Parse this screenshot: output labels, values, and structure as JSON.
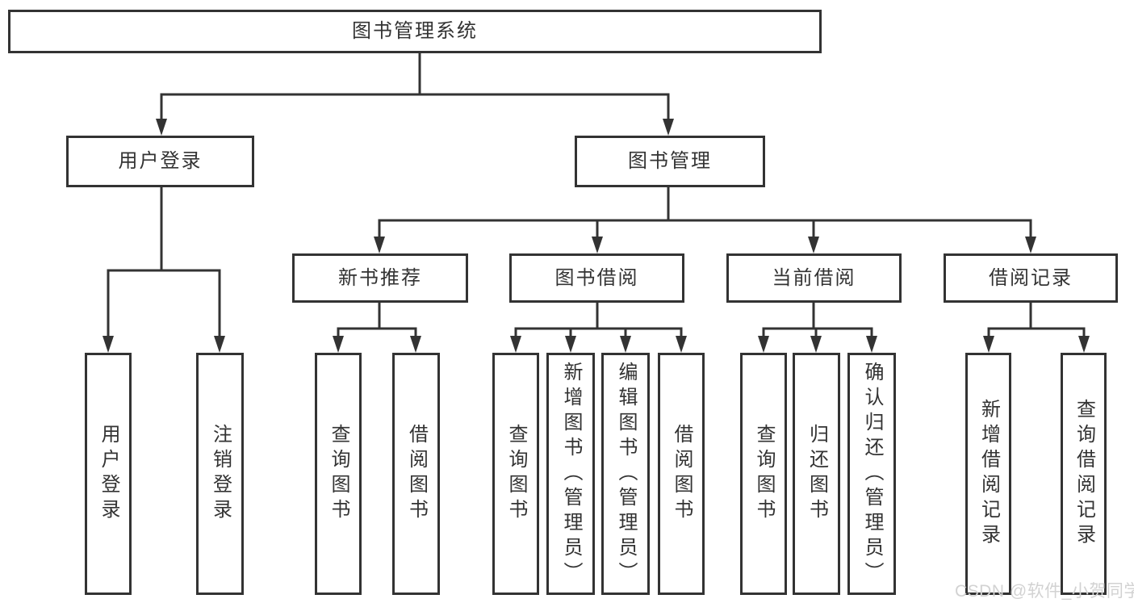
{
  "diagram": {
    "kind": "hierarchy-tree",
    "title": "图书管理系统"
  },
  "tree": {
    "label": "图书管理系统",
    "children": [
      {
        "label": "用户登录",
        "children": [
          {
            "label": "用户登录"
          },
          {
            "label": "注销登录"
          }
        ]
      },
      {
        "label": "图书管理",
        "children": [
          {
            "label": "新书推荐",
            "children": [
              {
                "label": "查询图书"
              },
              {
                "label": "借阅图书"
              }
            ]
          },
          {
            "label": "图书借阅",
            "children": [
              {
                "label": "查询图书"
              },
              {
                "label": "新增图书（管理员）"
              },
              {
                "label": "编辑图书（管理员）"
              },
              {
                "label": "借阅图书"
              }
            ]
          },
          {
            "label": "当前借阅",
            "children": [
              {
                "label": "查询图书"
              },
              {
                "label": "归还图书"
              },
              {
                "label": "确认归还（管理员）"
              }
            ]
          },
          {
            "label": "借阅记录",
            "children": [
              {
                "label": "新增借阅记录"
              },
              {
                "label": "查询借阅记录"
              }
            ]
          }
        ]
      }
    ]
  },
  "watermark": "CSDN @软件_小贺同学",
  "colors": {
    "line": "#333333",
    "box_border": "#333333",
    "box_fill": "#ffffff",
    "text": "#333333",
    "watermark": "#d2d2d2",
    "background": "#ffffff"
  }
}
